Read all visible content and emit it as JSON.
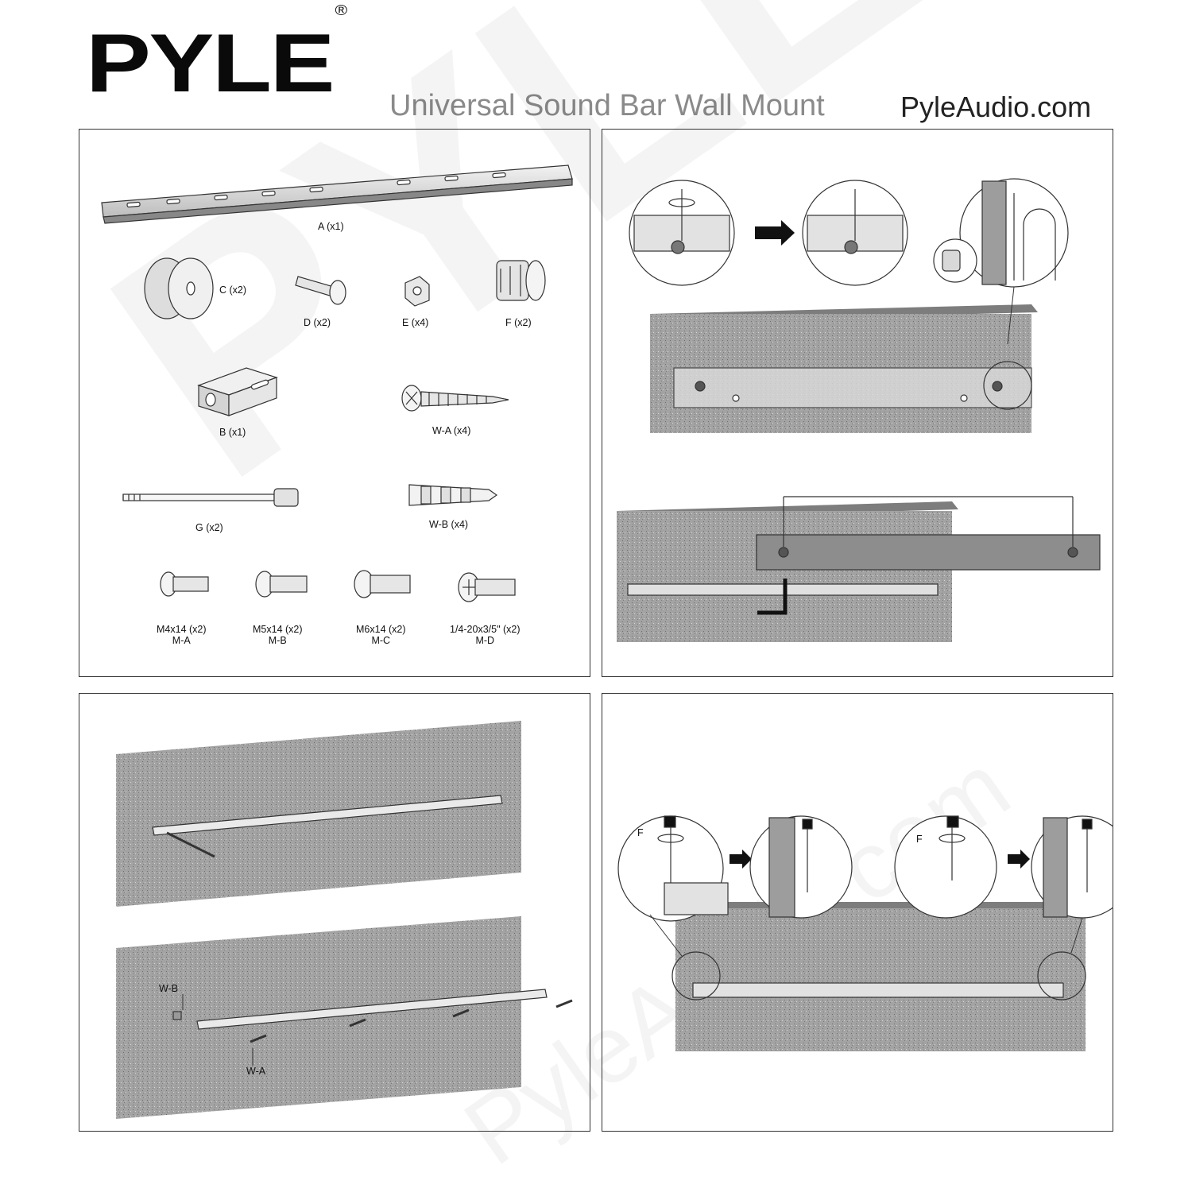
{
  "header": {
    "brand": "PYLE",
    "registered": "®",
    "subtitle": "Universal Sound Bar Wall Mount",
    "website": "PyleAudio.com"
  },
  "parts": {
    "A": "A (x1)",
    "C": "C (x2)",
    "D": "D (x2)",
    "E": "E (x4)",
    "F": "F (x2)",
    "B": "B (x1)",
    "WA": "W-A (x4)",
    "G": "G (x2)",
    "WB": "W-B (x4)",
    "MA_size": "M4x14 (x2)",
    "MA": "M-A",
    "MB_size": "M5x14 (x2)",
    "MB": "M-B",
    "MC_size": "M6x14 (x2)",
    "MC": "M-C",
    "MD_size": "1/4-20x3/5\" (x2)",
    "MD": "M-D"
  },
  "callouts": {
    "wall_anchor": "W-B",
    "wall_screw": "W-A",
    "spacer_left": "F",
    "spacer_right": "F"
  },
  "watermark": {
    "brand": "PYLE",
    "site": "PyleAudio.com"
  },
  "colors": {
    "stone": "#9a9a9a",
    "line": "#333333",
    "title_gray": "#8a8a8a"
  }
}
